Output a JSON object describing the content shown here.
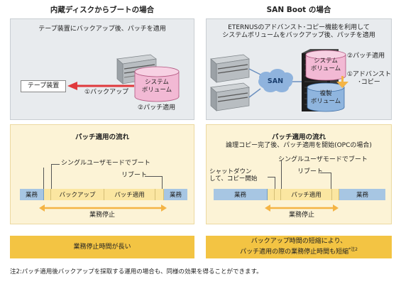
{
  "left": {
    "title": "内蔵ディスクからブートの場合",
    "top_caption": "テープ装置にバックアップ後、パッチを適用",
    "tape_label": "テープ装置",
    "backup_label": "①バックアップ",
    "volume_label_1": "システム",
    "volume_label_2": "ボリューム",
    "patch_label": "②パッチ適用",
    "flow_title": "パッチ適用の流れ",
    "single_user": "シングルユーザモードでブート",
    "reboot": "リブート",
    "timeline": [
      "業務",
      "バックアップ",
      "パッチ適用",
      "業務"
    ],
    "stop_label": "業務停止",
    "result": "業務停止時間が長い"
  },
  "right": {
    "title": "SAN Boot の場合",
    "top_caption_1": "ETERNUSのアドバンスト･コピー機能を利用して",
    "top_caption_2": "システムボリュームをバックアップ後、パッチを適用",
    "san_label": "SAN",
    "volume_label_1": "システム",
    "volume_label_2": "ボリューム",
    "patch_label": "②パッチ適用",
    "advanced_copy_1": "①アドバンスト",
    "advanced_copy_2": "･コピー",
    "copy_label_1": "複製",
    "copy_label_2": "ボリューム",
    "flow_title": "パッチ適用の流れ",
    "flow_subtitle": "論理コピー完了後、パッチ適用を開始(OPCの場合)",
    "shutdown_1": "シャットダウン",
    "shutdown_2": "して、コピー開始",
    "single_user": "シングルユーザモードでブート",
    "reboot": "リブート",
    "timeline": [
      "業務",
      "パッチ適用",
      "業務"
    ],
    "stop_label": "業務停止",
    "result_1": "バックアップ時間の短縮により、",
    "result_2": "パッチ適用の際の業務停止時間も短縮",
    "result_note": "*注2"
  },
  "footnote": "注2:パッチ適用後バックアップを採取する運用の場合も、同様の効果を得ることができます。",
  "colors": {
    "gray_panel": "#e8ebee",
    "cream_panel": "#fcf3d6",
    "gold": "#f3c443",
    "blue_segment": "#a7c6e3",
    "yellow_segment": "#fbe6a1",
    "arrow_red": "#e0393c",
    "arrow_orange": "#f4b445",
    "volume_pink": "#f2b9d4",
    "volume_blue": "#8fb5de",
    "san_cloud": "#8fb3dd"
  }
}
